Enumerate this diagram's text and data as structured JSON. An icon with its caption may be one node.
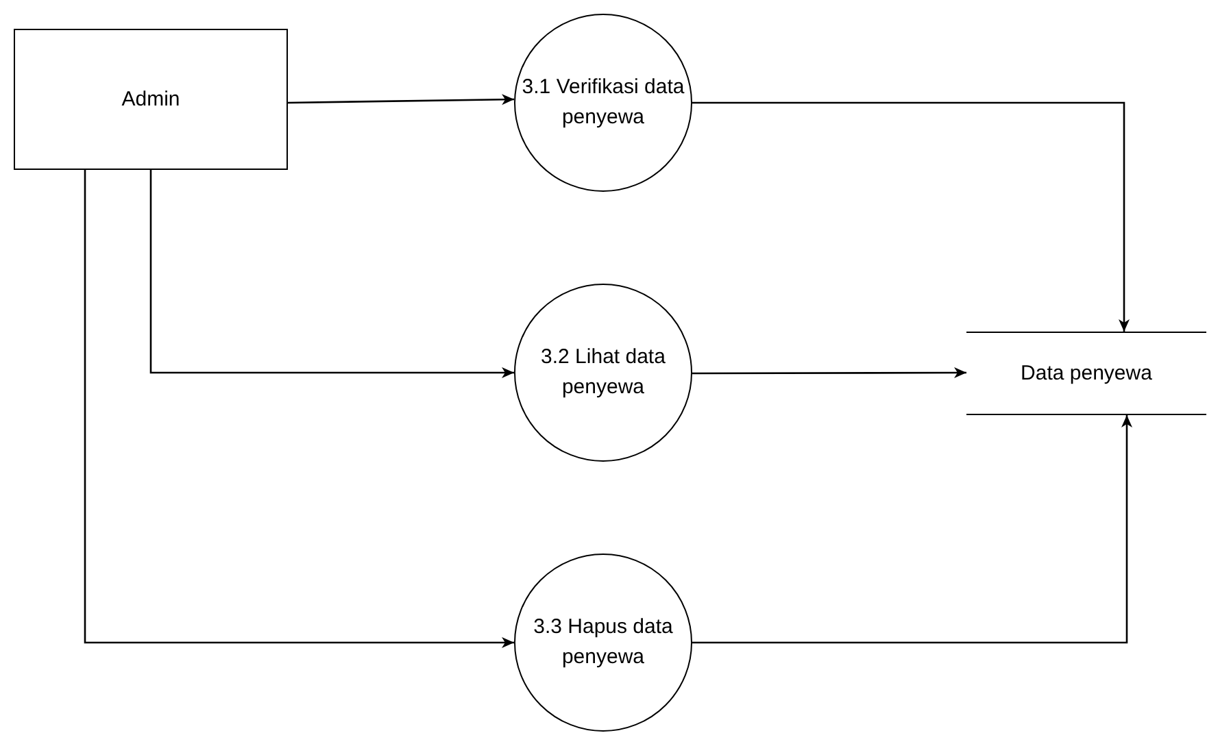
{
  "diagram": {
    "nodes": [
      {
        "text": [
          "Admin"
        ]
      },
      {
        "text": [
          "3.1 Verifikasi data penyewa"
        ]
      },
      {
        "text": [
          "3.2 Lihat data penyewa"
        ]
      },
      {
        "text": [
          "3.3 Hapus data penyewa"
        ]
      },
      {
        "text": [
          "Data penyewa"
        ]
      }
    ],
    "edges": [
      {
        "from": 0,
        "to": 1,
        "arrow": "to"
      },
      {
        "from": 0,
        "to": 2,
        "arrow": "to"
      },
      {
        "from": 0,
        "to": 3,
        "arrow": "to"
      },
      {
        "from": 1,
        "to": 4,
        "arrow": "to"
      },
      {
        "from": 2,
        "to": 4,
        "arrow": "to"
      },
      {
        "from": 3,
        "to": 4,
        "arrow": "to"
      }
    ]
  }
}
